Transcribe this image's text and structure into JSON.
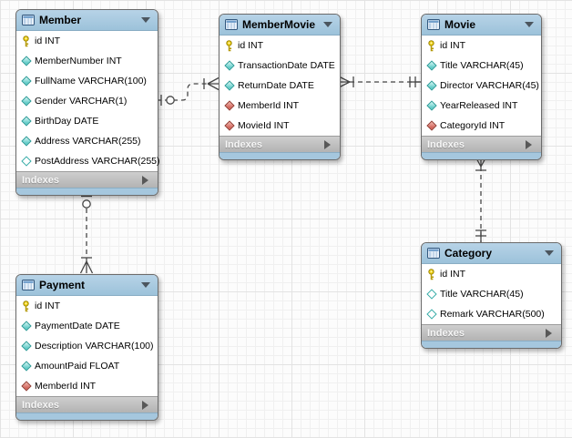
{
  "diagram": {
    "colors": {
      "table_header_blue": "#a9c9e0",
      "indexes_gray": "#c2c2c2",
      "relationship_line": "#464646",
      "primary_key_gold": "#f0cd12",
      "required_column_cyan": "#63ccc8",
      "foreign_key_red": "#d2665c",
      "nullable_column_white": "#ffffff"
    },
    "tables": [
      {
        "name": "Member",
        "indexes_label": "Indexes",
        "columns": [
          {
            "icon": "primary-key",
            "text": "id INT"
          },
          {
            "icon": "column-required",
            "text": "MemberNumber INT"
          },
          {
            "icon": "column-required",
            "text": "FullName VARCHAR(100)"
          },
          {
            "icon": "column-required",
            "text": "Gender VARCHAR(1)"
          },
          {
            "icon": "column-required",
            "text": "BirthDay DATE"
          },
          {
            "icon": "column-required",
            "text": "Address VARCHAR(255)"
          },
          {
            "icon": "column-nullable",
            "text": "PostAddress VARCHAR(255)"
          }
        ]
      },
      {
        "name": "MemberMovie",
        "indexes_label": "Indexes",
        "columns": [
          {
            "icon": "primary-key",
            "text": "id INT"
          },
          {
            "icon": "column-required",
            "text": "TransactionDate DATE"
          },
          {
            "icon": "column-required",
            "text": "ReturnDate DATE"
          },
          {
            "icon": "foreign-key",
            "text": "MemberId INT"
          },
          {
            "icon": "foreign-key",
            "text": "MovieId INT"
          }
        ]
      },
      {
        "name": "Movie",
        "indexes_label": "Indexes",
        "columns": [
          {
            "icon": "primary-key",
            "text": "id INT"
          },
          {
            "icon": "column-required",
            "text": "Title VARCHAR(45)"
          },
          {
            "icon": "column-required",
            "text": "Director VARCHAR(45)"
          },
          {
            "icon": "column-required",
            "text": "YearReleased INT"
          },
          {
            "icon": "foreign-key",
            "text": "CategoryId INT"
          }
        ]
      },
      {
        "name": "Category",
        "indexes_label": "Indexes",
        "columns": [
          {
            "icon": "primary-key",
            "text": "id INT"
          },
          {
            "icon": "column-nullable",
            "text": "Title VARCHAR(45)"
          },
          {
            "icon": "column-nullable",
            "text": "Remark VARCHAR(500)"
          }
        ]
      },
      {
        "name": "Payment",
        "indexes_label": "Indexes",
        "columns": [
          {
            "icon": "primary-key",
            "text": "id INT"
          },
          {
            "icon": "column-required",
            "text": "PaymentDate DATE"
          },
          {
            "icon": "column-required",
            "text": "Description VARCHAR(100)"
          },
          {
            "icon": "column-required",
            "text": "AmountPaid FLOAT"
          },
          {
            "icon": "foreign-key",
            "text": "MemberId INT"
          }
        ]
      }
    ],
    "relationships": [
      {
        "from": "Member",
        "to": "MemberMovie",
        "line_style": "dashed",
        "from_cardinality": "zero-or-one",
        "to_cardinality": "one-or-many"
      },
      {
        "from": "MemberMovie",
        "to": "Movie",
        "line_style": "dashed",
        "from_cardinality": "one-or-many",
        "to_cardinality": "exactly-one"
      },
      {
        "from": "Movie",
        "to": "Category",
        "line_style": "dashed",
        "from_cardinality": "one-or-many",
        "to_cardinality": "exactly-one"
      },
      {
        "from": "Member",
        "to": "Payment",
        "line_style": "dashed",
        "from_cardinality": "zero-or-one",
        "to_cardinality": "one-or-many"
      }
    ]
  }
}
